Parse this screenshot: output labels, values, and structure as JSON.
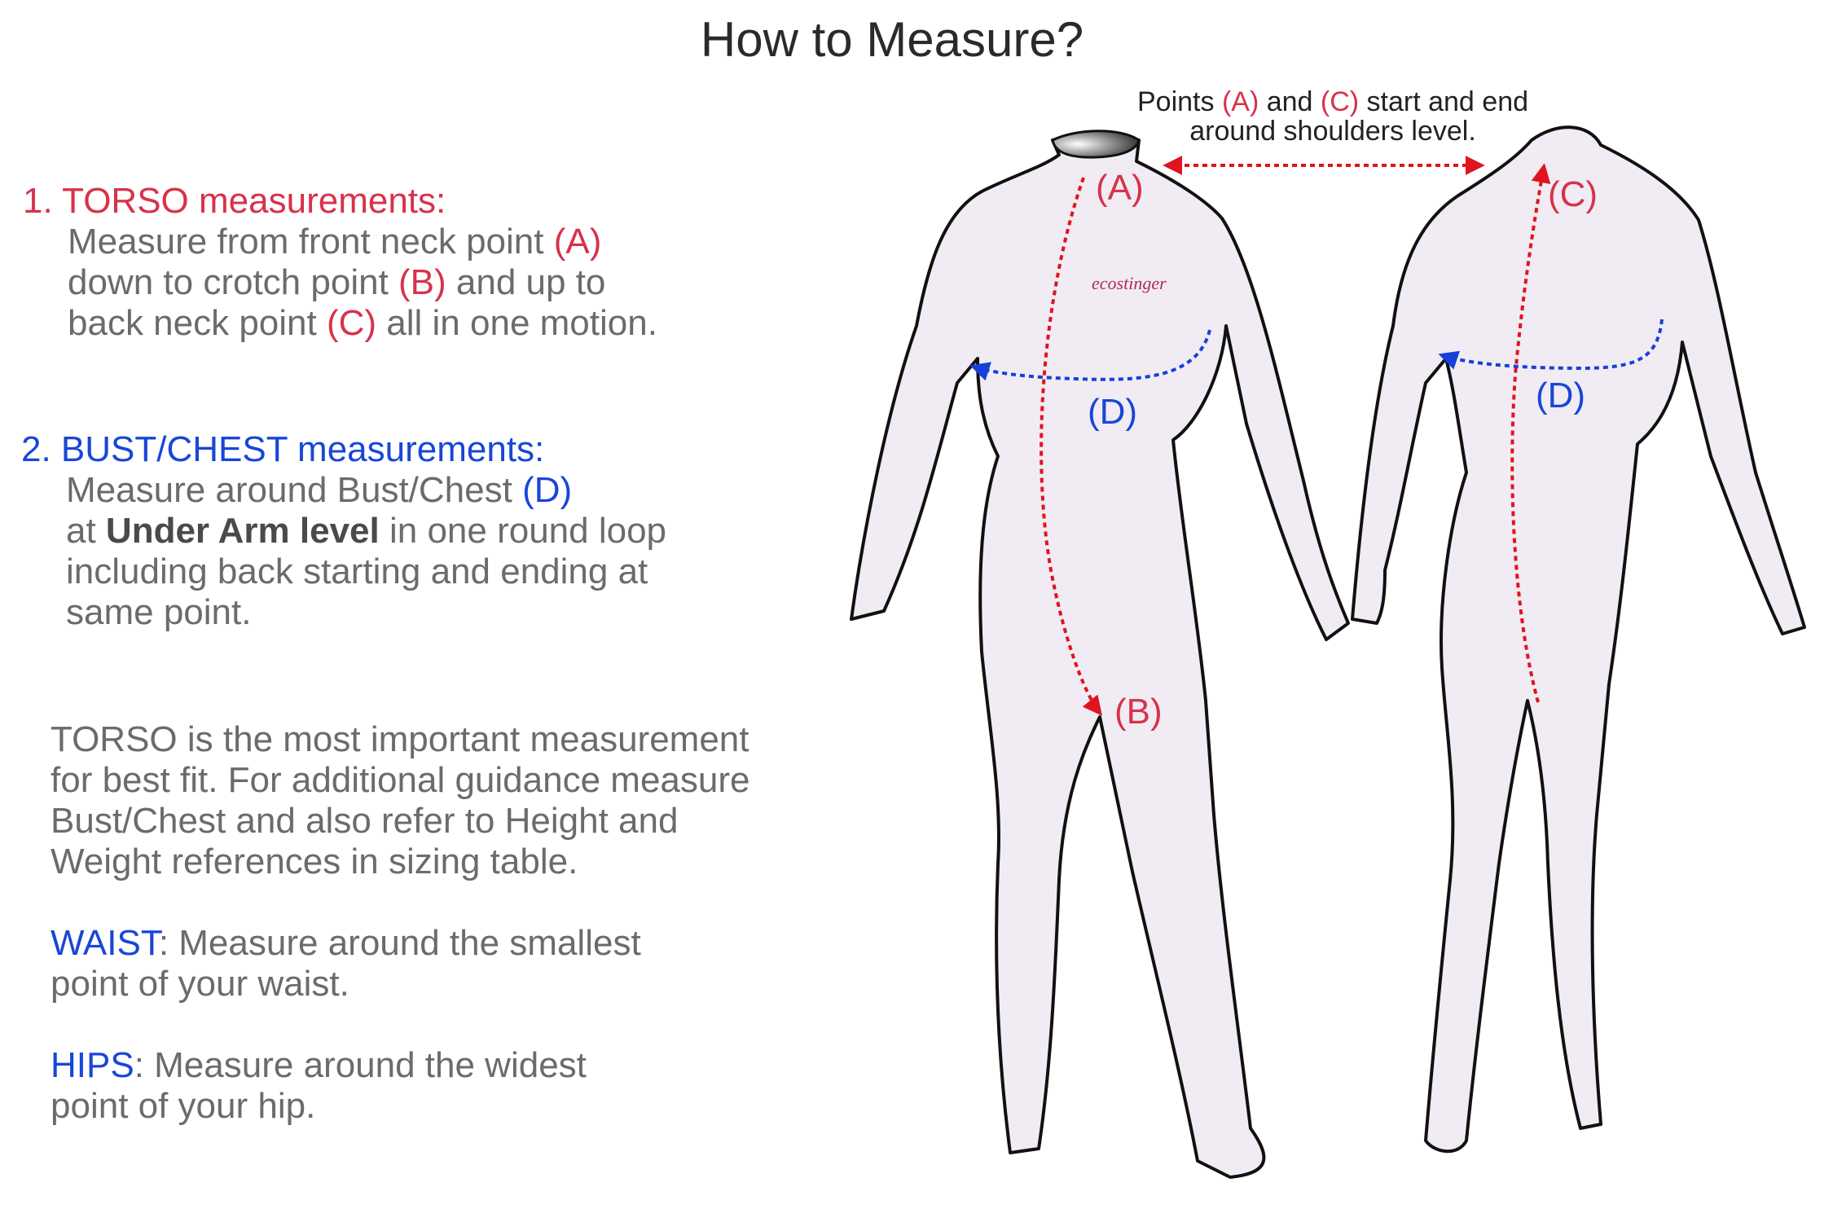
{
  "title": "How to Measure?",
  "torso": {
    "heading": "1. TORSO measurements:",
    "line1_a": "Measure from front neck point ",
    "line1_b": "(A)",
    "line2_a": "down to crotch point ",
    "line2_b": "(B)",
    "line2_c": " and up to",
    "line3_a": "back neck point ",
    "line3_b": "(C)",
    "line3_c": " all in one motion."
  },
  "bust": {
    "heading": "2. BUST/CHEST measurements:",
    "line1_a": "Measure around Bust/Chest ",
    "line1_b": "(D)",
    "line2_a": "at ",
    "line2_b": "Under Arm level",
    "line2_c": " in one round loop",
    "line3": "including back starting and ending at",
    "line4": "same point."
  },
  "notes": {
    "torso_line1": "TORSO is the most important measurement",
    "torso_line2": "for best fit. For additional guidance measure",
    "torso_line3": "Bust/Chest and also refer to Height and",
    "torso_line4": "Weight references in sizing table.",
    "waist_label": "WAIST",
    "waist_line1": ": Measure around the smallest",
    "waist_line2": "point of your waist.",
    "hips_label": "HIPS",
    "hips_line1": ": Measure around the widest",
    "hips_line2": "point of your hip."
  },
  "diagram": {
    "note_a": "Points ",
    "note_b": "(A)",
    "note_c": " and ",
    "note_d": "(C)",
    "note_e": " start and end",
    "note_line2": "around shoulders level.",
    "label_a": "(A)",
    "label_b": "(B)",
    "label_c": "(C)",
    "label_d_front": "(D)",
    "label_d_back": "(D)",
    "brand": "ecostinger",
    "colors": {
      "suit_fill": "#f1ecf3",
      "outline": "#111111",
      "torso_line": "#e0141e",
      "bust_line": "#1640d9",
      "label_red": "#d7324a",
      "label_blue": "#1846d8",
      "brand": "#b0285a"
    }
  }
}
